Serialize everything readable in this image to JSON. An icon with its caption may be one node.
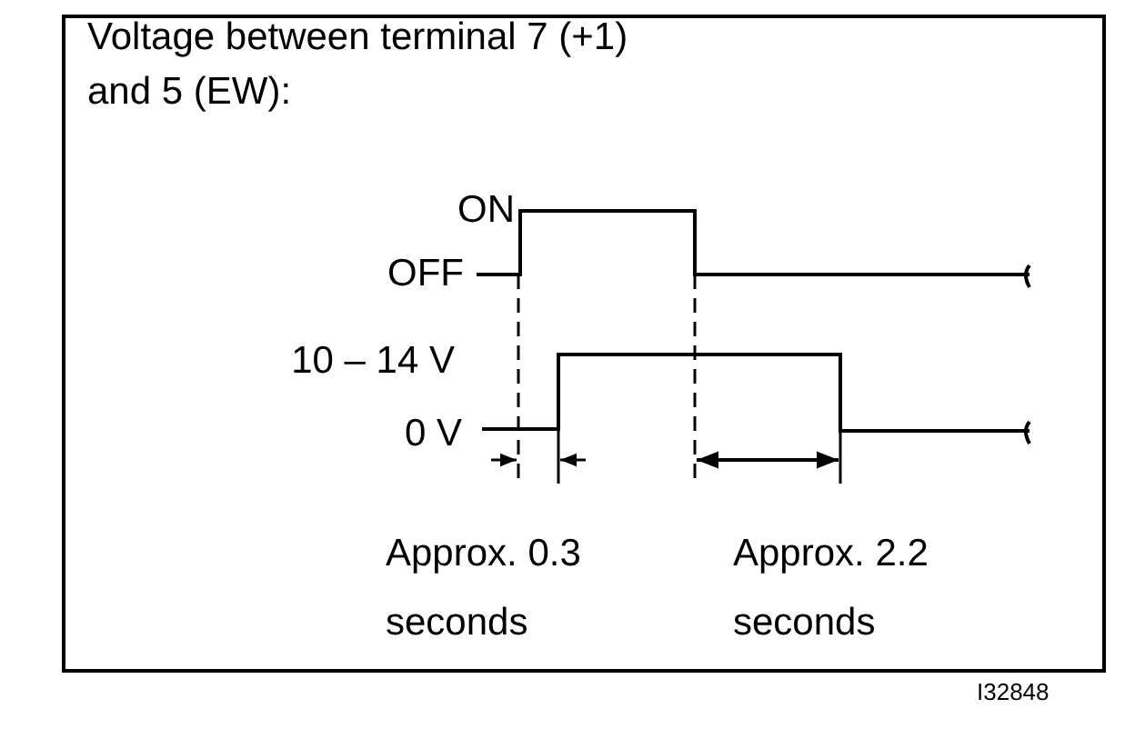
{
  "diagram": {
    "title": "Voltage between terminal 7 (+1) and 5 (EW):",
    "labels": [
      "ON",
      "OFF",
      "10 – 14 V",
      "0 V",
      "Approx. 0.3 seconds",
      "Approx. 2.2 seconds",
      "I32848"
    ]
  }
}
